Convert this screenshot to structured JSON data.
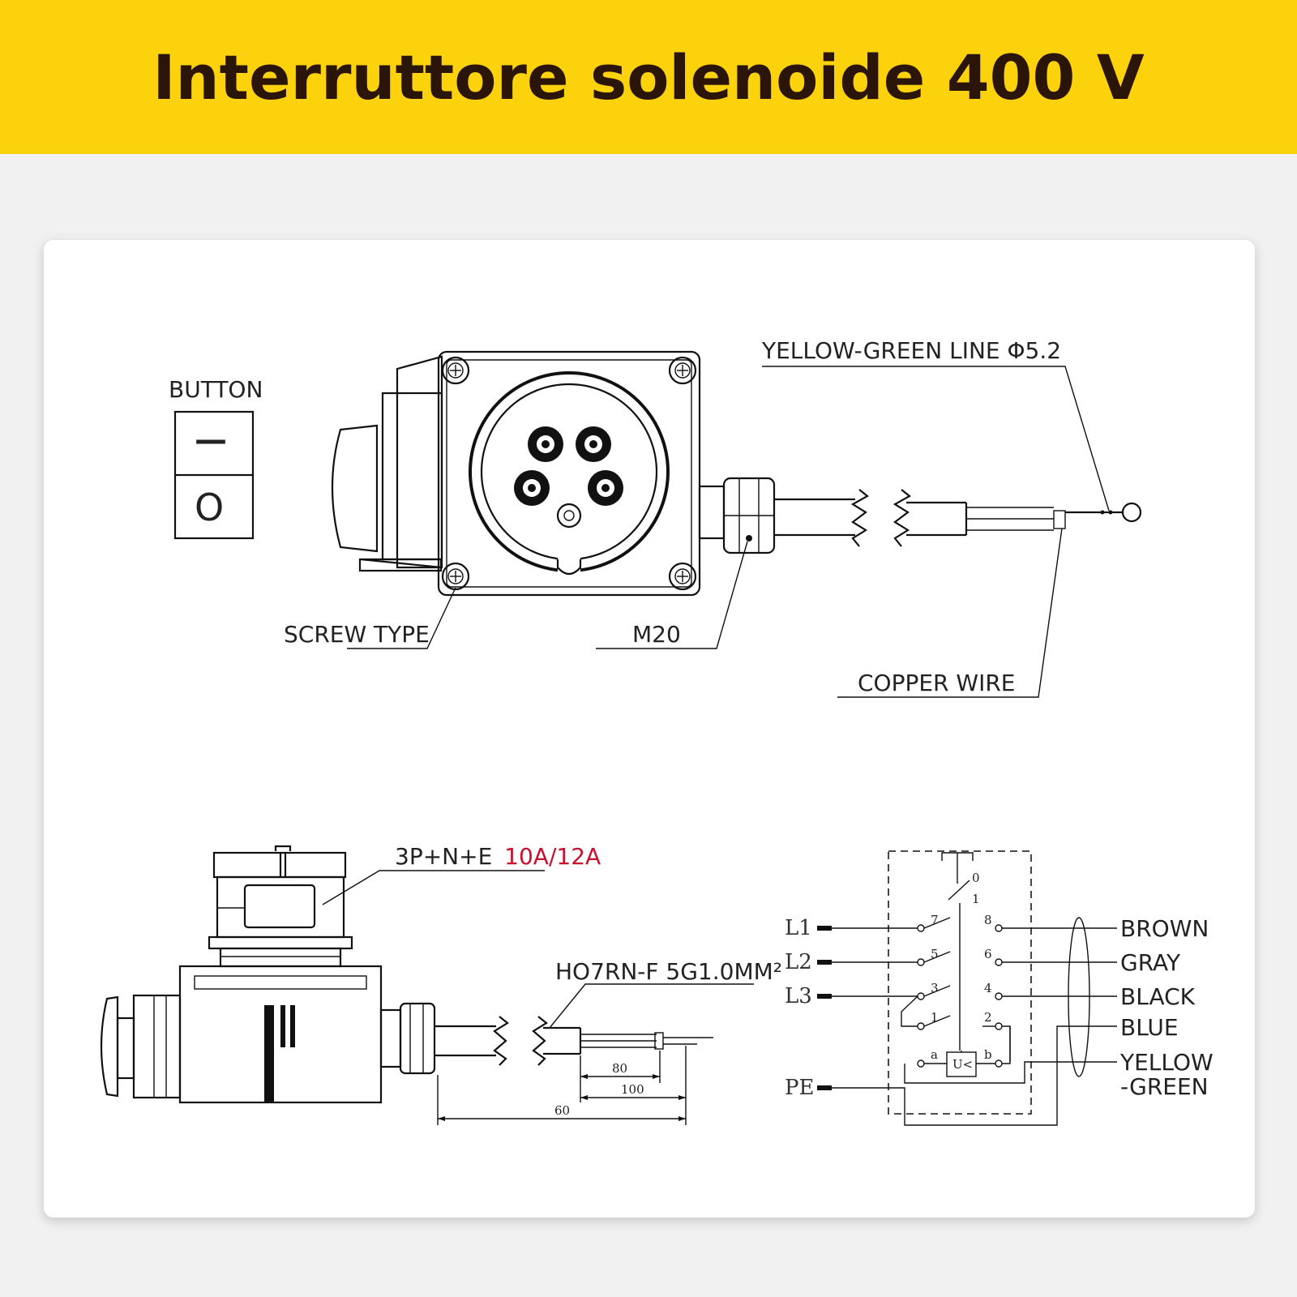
{
  "title": "Interruttore solenoide 400 V",
  "colors": {
    "banner": "#fcd20c",
    "title": "#2a1508",
    "rating": "#c8102e"
  },
  "top_view": {
    "button_label": "BUTTON",
    "button_on_symbol": "—",
    "button_off_symbol": "O",
    "screw_label": "SCREW TYPE",
    "gland_label": "M20",
    "ground_line_label": "YELLOW-GREEN LINE Φ5.2",
    "copper_label": "COPPER WIRE"
  },
  "side_view": {
    "rating_prefix": "3P+N+E",
    "rating_value": "10A/12A",
    "cable_label": "HO7RN-F 5G1.0MM²",
    "dims": [
      "80",
      "100",
      "60"
    ]
  },
  "wiring": {
    "inputs": [
      "L1",
      "L2",
      "L3",
      "PE"
    ],
    "outputs": [
      "BROWN",
      "GRAY",
      "BLACK",
      "BLUE",
      "YELLOW",
      "-GREEN"
    ],
    "contacts": [
      "0",
      "1",
      "7",
      "8",
      "5",
      "6",
      "3",
      "4",
      "1",
      "2",
      "a",
      "b",
      "U<"
    ]
  }
}
